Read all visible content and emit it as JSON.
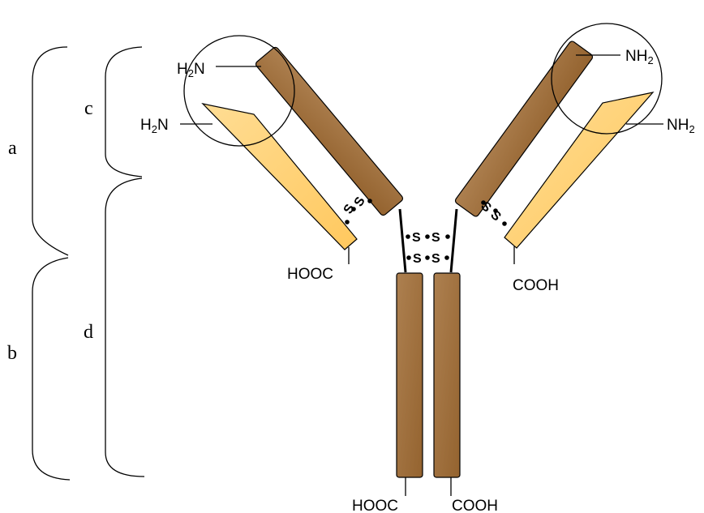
{
  "regions": {
    "a": "a",
    "b": "b",
    "c": "c",
    "d": "d"
  },
  "termini": {
    "amino_prefix": "H",
    "amino_sub": "2",
    "amino_suffix": "N",
    "amino_right_prefix": "NH",
    "amino_right_sub": "2",
    "carboxyl_left": "HOOC",
    "carboxyl_right": "COOH"
  },
  "disulfide": {
    "glyph": "S"
  },
  "colors": {
    "heavy_chain": "#9c6b3a",
    "heavy_chain_light": "#a87a4a",
    "light_chain": "#ffd27a",
    "outline": "#000000"
  }
}
